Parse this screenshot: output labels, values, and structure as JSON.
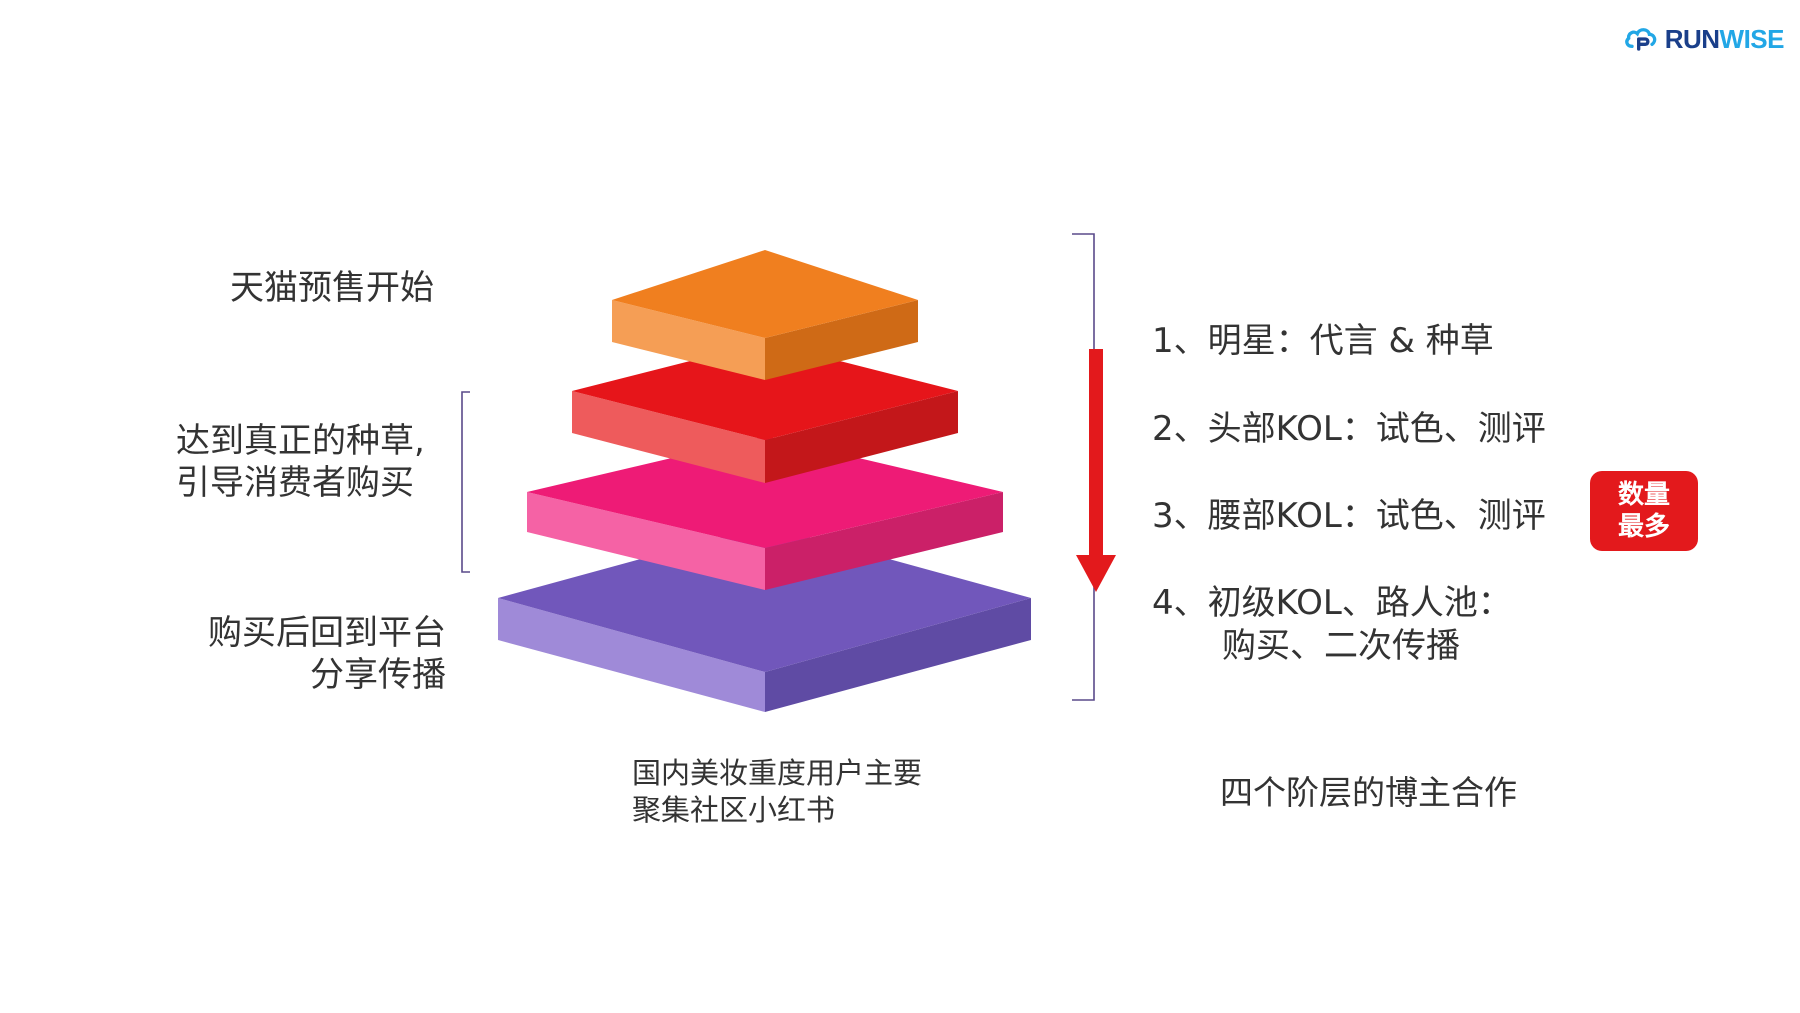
{
  "logo": {
    "text_a": "RUN",
    "text_b": "WISE"
  },
  "left_labels": {
    "top": "天猫预售开始",
    "middle_line1": "达到真正的种草,",
    "middle_line2": "引导消费者购买",
    "bottom_line1": "购买后回到平台",
    "bottom_line2": "分享传播"
  },
  "pyramid": {
    "layers": [
      {
        "name": "orange",
        "top_color": "#f07f1f",
        "left_color": "#f59e55",
        "right_color": "#cf6a16"
      },
      {
        "name": "red",
        "top_color": "#e6151a",
        "left_color": "#ee5b5c",
        "right_color": "#c3171a"
      },
      {
        "name": "pink",
        "top_color": "#ee1b76",
        "left_color": "#f562a5",
        "right_color": "#cb2068"
      },
      {
        "name": "purple",
        "top_color": "#7157bb",
        "left_color": "#9f8ad8",
        "right_color": "#5f4ba4"
      }
    ],
    "arrow_color": "#e3191c",
    "bracket_color": "#5a4a8a"
  },
  "tiers": [
    {
      "line1": "1、明星：代言 & 种草"
    },
    {
      "line1": "2、头部KOL：试色、测评"
    },
    {
      "line1": "3、腰部KOL：试色、测评"
    },
    {
      "line1": "4、初级KOL、路人池：",
      "line2": "购买、二次传播"
    }
  ],
  "badge": {
    "line1": "数量",
    "line2": "最多"
  },
  "captions": {
    "left_line1": "国内美妆重度用户主要",
    "left_line2": "聚集社区小红书",
    "right": "四个阶层的博主合作"
  }
}
